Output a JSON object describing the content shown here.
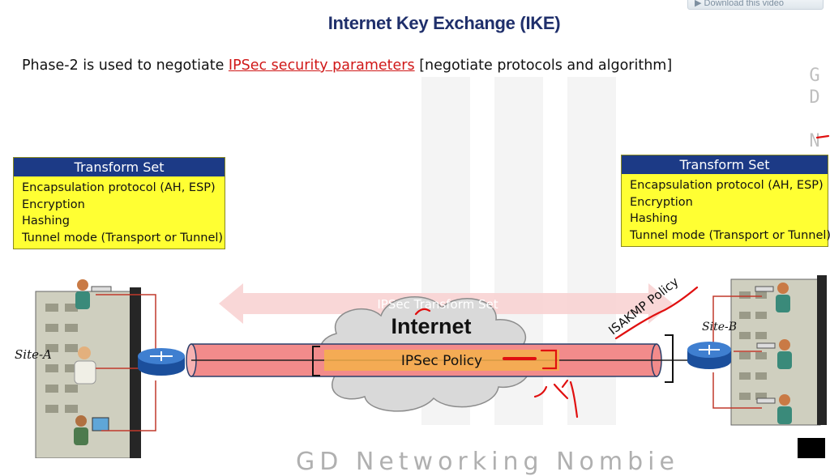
{
  "title": "Internet Key Exchange (IKE)",
  "download_label": "Download this video",
  "subtitle": {
    "prefix": "Phase-2 is used to negotiate ",
    "highlight": "IPSec security parameters",
    "suffix": " [negotiate protocols and algorithm]"
  },
  "transform_sets": {
    "left": {
      "header": "Transform Set",
      "items": [
        "Encapsulation protocol (AH, ESP)",
        "Encryption",
        "Hashing",
        "Tunnel mode (Transport or Tunnel)"
      ]
    },
    "right": {
      "header": "Transform Set",
      "items": [
        "Encapsulation protocol (AH, ESP)",
        "Encryption",
        "Hashing",
        "Tunnel mode (Transport or Tunnel)"
      ]
    }
  },
  "diagram": {
    "transform_arrow_label": "IPSec Transform Set",
    "cloud_label": "Internet",
    "tunnel_label": "IPSec Policy",
    "isakmp_label": "ISAKMP Policy",
    "site_a": "Site-A",
    "site_b": "Site-B"
  },
  "watermark_vertical": "GD Net",
  "watermark_bottom": "GD Networking Nombie",
  "colors": {
    "title": "#1f2f6b",
    "header_bg": "#1c3a86",
    "box_bg": "#ffff33",
    "accent_red": "#d01818",
    "tunnel": "#f28b8b"
  }
}
